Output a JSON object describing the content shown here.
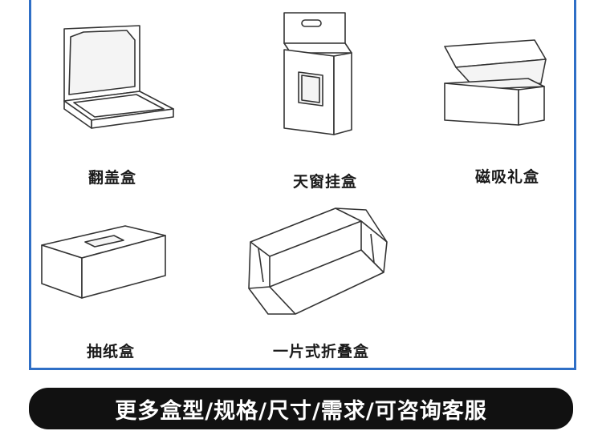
{
  "boxes": [
    {
      "label": "翻盖盒",
      "icon": "flip-lid-box-icon"
    },
    {
      "label": "天窗挂盒",
      "icon": "window-hanging-box-icon"
    },
    {
      "label": "磁吸礼盒",
      "icon": "magnetic-gift-box-icon"
    },
    {
      "label": "抽纸盒",
      "icon": "tissue-box-icon"
    },
    {
      "label": "一片式折叠盒",
      "icon": "one-piece-folding-box-icon"
    }
  ],
  "banner": {
    "text": "更多盒型/规格/尺寸/需求/可咨询客服"
  },
  "colors": {
    "frame": "#2f6fc6",
    "banner_bg": "#111111",
    "banner_text": "#ffffff"
  }
}
